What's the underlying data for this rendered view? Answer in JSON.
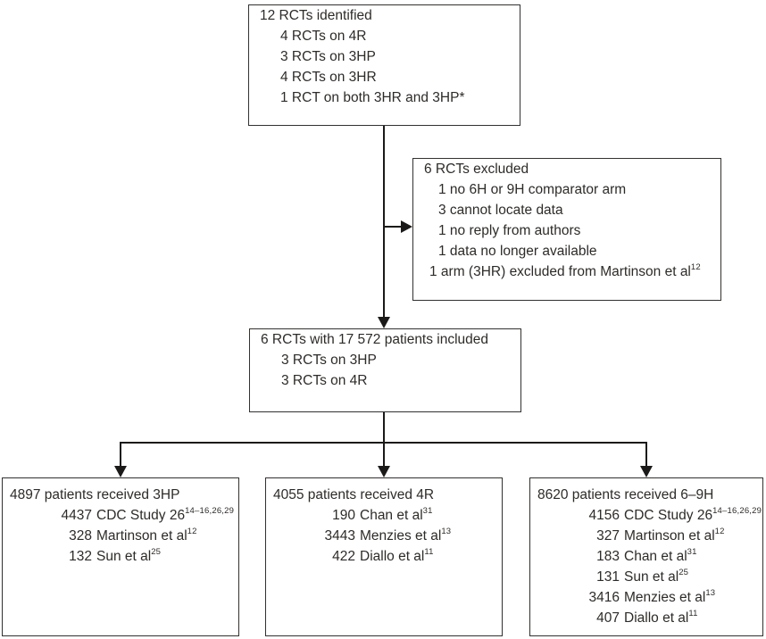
{
  "flowchart": {
    "colors": {
      "background": "#ffffff",
      "border": "#34312e",
      "text": "#2e2b28",
      "arrow": "#1c1a19"
    },
    "identified": {
      "title": "12 RCTs identified",
      "items": [
        "4 RCTs on 4R",
        "3 RCTs on 3HP",
        "4 RCTs on 3HR",
        "1 RCT on both 3HR and 3HP*"
      ]
    },
    "excluded": {
      "title": "6 RCTs excluded",
      "items": [
        "1 no 6H or 9H comparator arm",
        "3 cannot locate data",
        "1 no reply from authors",
        "1 data no longer available"
      ],
      "hanging_item": {
        "text": "1 arm (3HR) excluded from Martinson et al",
        "sup": "12"
      }
    },
    "included": {
      "title": "6 RCTs with 17 572 patients included",
      "items": [
        "3 RCTs on 3HP",
        "3 RCTs on 4R"
      ]
    },
    "received_3hp": {
      "title": "4897 patients received 3HP",
      "items": [
        {
          "num": "4437",
          "label": "CDC Study 26",
          "sup": "14–16,26,29"
        },
        {
          "num": "328",
          "label": "Martinson et al",
          "sup": "12"
        },
        {
          "num": "132",
          "label": "Sun et al",
          "sup": "25"
        }
      ]
    },
    "received_4r": {
      "title": "4055 patients received 4R",
      "items": [
        {
          "num": "190",
          "label": "Chan et al",
          "sup": "31"
        },
        {
          "num": "3443",
          "label": "Menzies et al",
          "sup": "13"
        },
        {
          "num": "422",
          "label": "Diallo et al",
          "sup": "11"
        }
      ]
    },
    "received_6_9h": {
      "title": "8620 patients received 6–9H",
      "items": [
        {
          "num": "4156",
          "label": "CDC Study 26",
          "sup": "14–16,26,29"
        },
        {
          "num": "327",
          "label": "Martinson et al",
          "sup": "12"
        },
        {
          "num": "183",
          "label": "Chan et al",
          "sup": "31"
        },
        {
          "num": "131",
          "label": "Sun et al",
          "sup": "25"
        },
        {
          "num": "3416",
          "label": "Menzies et al",
          "sup": "13"
        },
        {
          "num": "407",
          "label": "Diallo et al",
          "sup": "11"
        }
      ]
    }
  }
}
